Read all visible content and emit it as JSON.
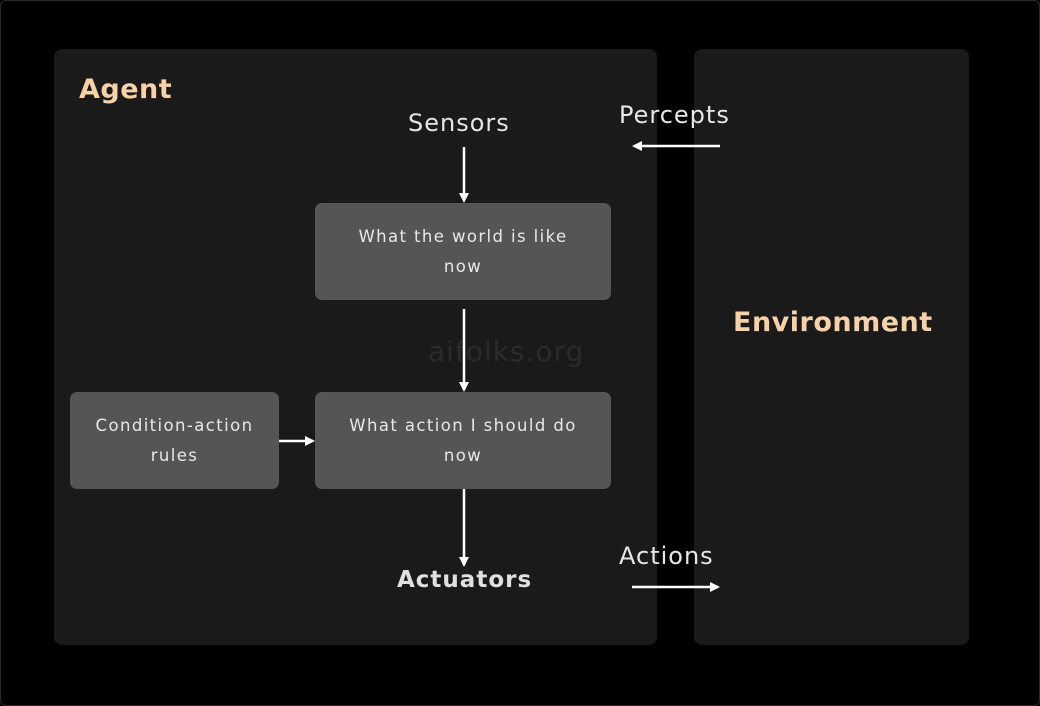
{
  "agent": {
    "title": "Agent",
    "sensors": "Sensors",
    "actuators": "Actuators",
    "boxes": {
      "world_state": "What the world is like now",
      "action_decision": "What action I should do now",
      "rules": "Condition-action rules"
    }
  },
  "environment": {
    "title": "Environment"
  },
  "flows": {
    "percepts": "Percepts",
    "actions": "Actions"
  },
  "watermark": "aifolks.org",
  "colors": {
    "background": "#000000",
    "panel": "#1a1a1a",
    "box": "#555555",
    "heading_accent": "#f7d2a8",
    "text": "#e6e6e6",
    "arrow": "#ffffff"
  }
}
